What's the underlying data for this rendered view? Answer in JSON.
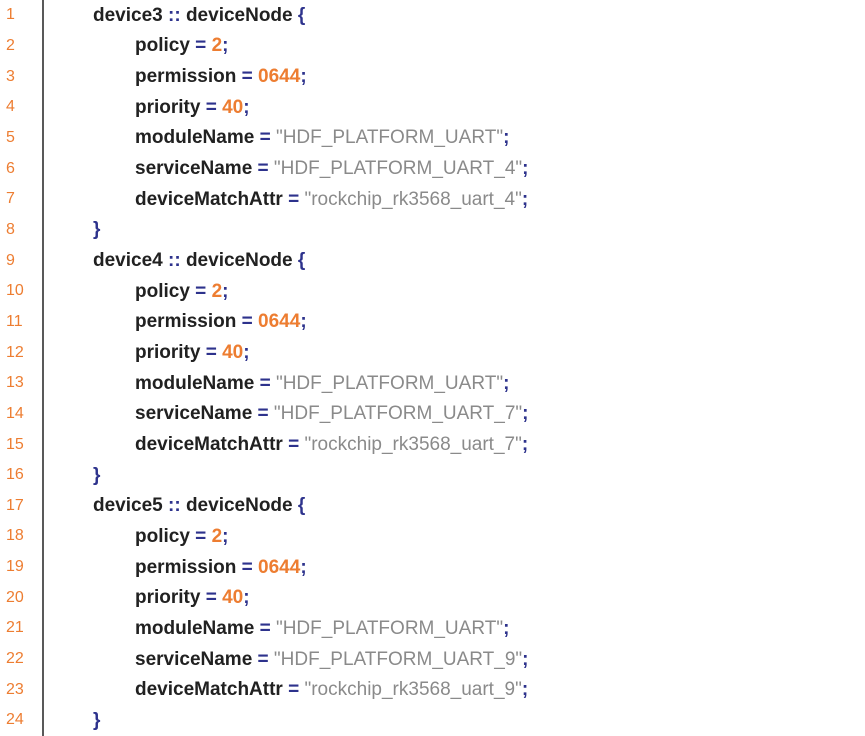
{
  "document": {
    "type": "code-listing",
    "language": "hcs-device-config",
    "colors": {
      "background": "#FFFFFF",
      "line_number_orange": "#ED7D31",
      "number_literal_orange": "#ED7D31",
      "operator_blue": "#2D328C",
      "identifier_dark": "#212121",
      "string_gray": "#8A8A8A",
      "separator_gray": "#595959"
    },
    "lines": [
      {
        "num": "1",
        "indent": 0,
        "tokens": [
          {
            "t": "name",
            "v": "device3"
          },
          {
            "t": "op",
            "v": " :: "
          },
          {
            "t": "name",
            "v": "deviceNode"
          },
          {
            "t": "op",
            "v": " {"
          }
        ]
      },
      {
        "num": "2",
        "indent": 1,
        "tokens": [
          {
            "t": "name",
            "v": "policy"
          },
          {
            "t": "op",
            "v": " = "
          },
          {
            "t": "num",
            "v": "2"
          },
          {
            "t": "op",
            "v": ";"
          }
        ]
      },
      {
        "num": "3",
        "indent": 1,
        "tokens": [
          {
            "t": "name",
            "v": "permission"
          },
          {
            "t": "op",
            "v": " = "
          },
          {
            "t": "num",
            "v": "0644"
          },
          {
            "t": "op",
            "v": ";"
          }
        ]
      },
      {
        "num": "4",
        "indent": 1,
        "tokens": [
          {
            "t": "name",
            "v": "priority"
          },
          {
            "t": "op",
            "v": " = "
          },
          {
            "t": "num",
            "v": "40"
          },
          {
            "t": "op",
            "v": ";"
          }
        ]
      },
      {
        "num": "5",
        "indent": 1,
        "tokens": [
          {
            "t": "name",
            "v": "moduleName"
          },
          {
            "t": "op",
            "v": " = "
          },
          {
            "t": "str",
            "v": "\"HDF_PLATFORM_UART\""
          },
          {
            "t": "op",
            "v": ";"
          }
        ]
      },
      {
        "num": "6",
        "indent": 1,
        "tokens": [
          {
            "t": "name",
            "v": "serviceName"
          },
          {
            "t": "op",
            "v": " = "
          },
          {
            "t": "str",
            "v": "\"HDF_PLATFORM_UART_4\""
          },
          {
            "t": "op",
            "v": ";"
          }
        ]
      },
      {
        "num": "7",
        "indent": 1,
        "tokens": [
          {
            "t": "name",
            "v": "deviceMatchAttr"
          },
          {
            "t": "op",
            "v": " = "
          },
          {
            "t": "str",
            "v": "\"rockchip_rk3568_uart_4\""
          },
          {
            "t": "op",
            "v": ";"
          }
        ]
      },
      {
        "num": "8",
        "indent": 0,
        "tokens": [
          {
            "t": "op",
            "v": "}"
          }
        ]
      },
      {
        "num": "9",
        "indent": 0,
        "tokens": [
          {
            "t": "name",
            "v": "device4"
          },
          {
            "t": "op",
            "v": " :: "
          },
          {
            "t": "name",
            "v": "deviceNode"
          },
          {
            "t": "op",
            "v": " {"
          }
        ]
      },
      {
        "num": "10",
        "indent": 1,
        "tokens": [
          {
            "t": "name",
            "v": "policy"
          },
          {
            "t": "op",
            "v": " = "
          },
          {
            "t": "num",
            "v": "2"
          },
          {
            "t": "op",
            "v": ";"
          }
        ]
      },
      {
        "num": "11",
        "indent": 1,
        "tokens": [
          {
            "t": "name",
            "v": "permission"
          },
          {
            "t": "op",
            "v": " = "
          },
          {
            "t": "num",
            "v": "0644"
          },
          {
            "t": "op",
            "v": ";"
          }
        ]
      },
      {
        "num": "12",
        "indent": 1,
        "tokens": [
          {
            "t": "name",
            "v": "priority"
          },
          {
            "t": "op",
            "v": " = "
          },
          {
            "t": "num",
            "v": "40"
          },
          {
            "t": "op",
            "v": ";"
          }
        ]
      },
      {
        "num": "13",
        "indent": 1,
        "tokens": [
          {
            "t": "name",
            "v": "moduleName"
          },
          {
            "t": "op",
            "v": " = "
          },
          {
            "t": "str",
            "v": "\"HDF_PLATFORM_UART\""
          },
          {
            "t": "op",
            "v": ";"
          }
        ]
      },
      {
        "num": "14",
        "indent": 1,
        "tokens": [
          {
            "t": "name",
            "v": "serviceName"
          },
          {
            "t": "op",
            "v": " = "
          },
          {
            "t": "str",
            "v": "\"HDF_PLATFORM_UART_7\""
          },
          {
            "t": "op",
            "v": ";"
          }
        ]
      },
      {
        "num": "15",
        "indent": 1,
        "tokens": [
          {
            "t": "name",
            "v": "deviceMatchAttr"
          },
          {
            "t": "op",
            "v": " = "
          },
          {
            "t": "str",
            "v": "\"rockchip_rk3568_uart_7\""
          },
          {
            "t": "op",
            "v": ";"
          }
        ]
      },
      {
        "num": "16",
        "indent": 0,
        "tokens": [
          {
            "t": "op",
            "v": "}"
          }
        ]
      },
      {
        "num": "17",
        "indent": 0,
        "tokens": [
          {
            "t": "name",
            "v": "device5"
          },
          {
            "t": "op",
            "v": " :: "
          },
          {
            "t": "name",
            "v": "deviceNode"
          },
          {
            "t": "op",
            "v": " {"
          }
        ]
      },
      {
        "num": "18",
        "indent": 1,
        "tokens": [
          {
            "t": "name",
            "v": "policy"
          },
          {
            "t": "op",
            "v": " = "
          },
          {
            "t": "num",
            "v": "2"
          },
          {
            "t": "op",
            "v": ";"
          }
        ]
      },
      {
        "num": "19",
        "indent": 1,
        "tokens": [
          {
            "t": "name",
            "v": "permission"
          },
          {
            "t": "op",
            "v": " = "
          },
          {
            "t": "num",
            "v": "0644"
          },
          {
            "t": "op",
            "v": ";"
          }
        ]
      },
      {
        "num": "20",
        "indent": 1,
        "tokens": [
          {
            "t": "name",
            "v": "priority"
          },
          {
            "t": "op",
            "v": " = "
          },
          {
            "t": "num",
            "v": "40"
          },
          {
            "t": "op",
            "v": ";"
          }
        ]
      },
      {
        "num": "21",
        "indent": 1,
        "tokens": [
          {
            "t": "name",
            "v": "moduleName"
          },
          {
            "t": "op",
            "v": " = "
          },
          {
            "t": "str",
            "v": "\"HDF_PLATFORM_UART\""
          },
          {
            "t": "op",
            "v": ";"
          }
        ]
      },
      {
        "num": "22",
        "indent": 1,
        "tokens": [
          {
            "t": "name",
            "v": "serviceName"
          },
          {
            "t": "op",
            "v": " = "
          },
          {
            "t": "str",
            "v": "\"HDF_PLATFORM_UART_9\""
          },
          {
            "t": "op",
            "v": ";"
          }
        ]
      },
      {
        "num": "23",
        "indent": 1,
        "tokens": [
          {
            "t": "name",
            "v": "deviceMatchAttr"
          },
          {
            "t": "op",
            "v": " = "
          },
          {
            "t": "str",
            "v": "\"rockchip_rk3568_uart_9\""
          },
          {
            "t": "op",
            "v": ";"
          }
        ]
      },
      {
        "num": "24",
        "indent": 0,
        "tokens": [
          {
            "t": "op",
            "v": "}"
          }
        ]
      }
    ]
  }
}
